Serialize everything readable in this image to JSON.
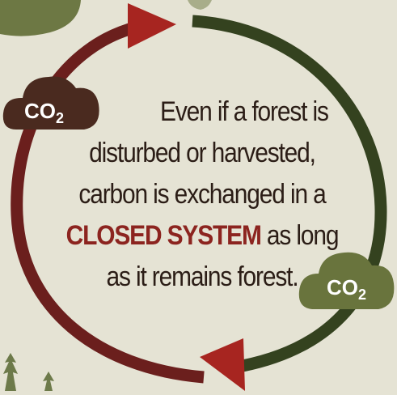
{
  "colors": {
    "background": "#e5e3d4",
    "text": "#2b1d16",
    "emphasis": "#8c241f",
    "arc_left": "#6b1f1d",
    "arc_right": "#34421f",
    "arrow_head": "#a72520",
    "bubble_left": "#4a2a1f",
    "bubble_right": "#69743d"
  },
  "bubbles": {
    "left": {
      "label": "CO",
      "subscript": "2",
      "icon": "co2-cloud-icon"
    },
    "right": {
      "label": "CO",
      "subscript": "2",
      "icon": "co2-cloud-icon"
    }
  },
  "statement": {
    "line1": "Even if a forest is",
    "line2": "disturbed or harvested,",
    "line3": "carbon is exchanged in a",
    "line4_emphasis": "CLOSED SYSTEM",
    "line4_rest": " as long",
    "line5": "as it remains forest."
  }
}
